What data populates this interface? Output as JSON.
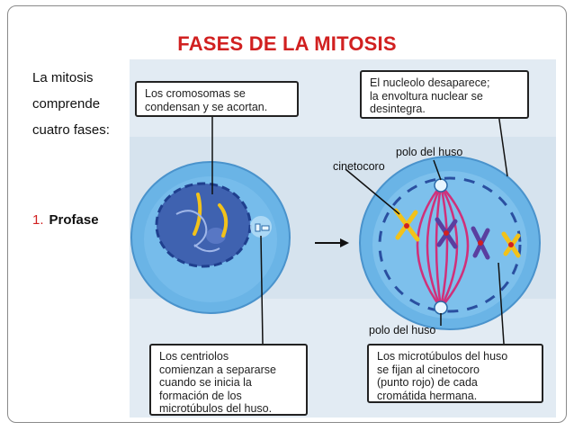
{
  "slide": {
    "title": "FASES DE LA MITOSIS",
    "intro_lines": [
      "La mitosis",
      "comprende",
      "cuatro fases:"
    ],
    "list_number": "1.",
    "list_label": "Profase"
  },
  "figure": {
    "callout_tl": [
      "Los cromosomas se",
      "condensan y se acortan."
    ],
    "callout_tr": [
      "El nucleolo desaparece;",
      "la envoltura nuclear se",
      "desintegra."
    ],
    "callout_bl": [
      "Los centriolos",
      "comienzan a separarse",
      "cuando se inicia la",
      "formación de los",
      "microtúbulos del huso."
    ],
    "callout_br": [
      "Los microtúbulos del huso",
      "se fijan al cinetocoro",
      "(punto rojo) de cada",
      "cromátida hermana."
    ],
    "label_polo_top": "polo del huso",
    "label_cinetocoro": "cinetocoro",
    "label_polo_bottom": "polo del huso"
  },
  "colors": {
    "title": "#d12020",
    "cell_outer": "#5aa8e0",
    "nucleus": "#2e4e9e",
    "spindle": "#d0307a",
    "chromosome_yellow": "#f2c21a",
    "chromosome_purple": "#5a3fa0"
  }
}
